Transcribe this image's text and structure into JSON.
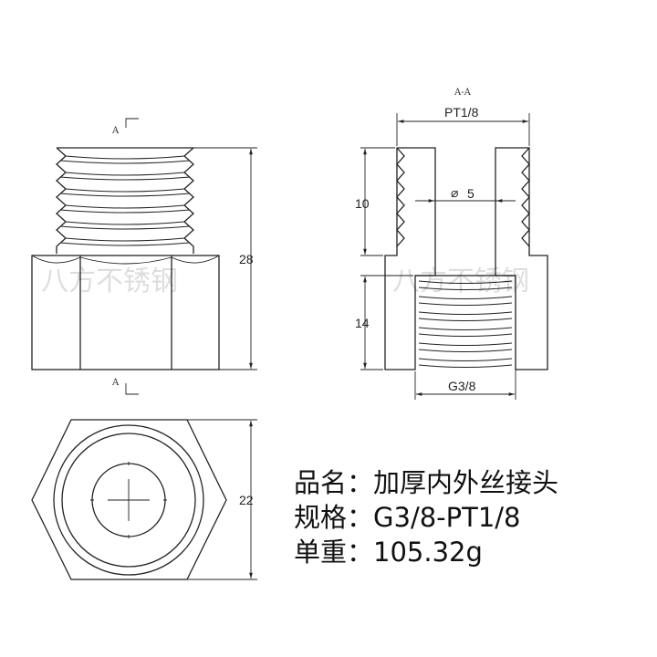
{
  "drawing": {
    "section_label": "A-A",
    "section_marker": "A",
    "dims": {
      "top_thread": "PT1/8",
      "bore": "5",
      "bore_symbol": "⌀",
      "upper_len": "10",
      "lower_len": "14",
      "inner_thread": "G3/8",
      "total_len": "28",
      "hex_size": "22"
    },
    "watermark": "八方不锈钢"
  },
  "info": {
    "name_label": "品名：",
    "name_value": "加厚内外丝接头",
    "spec_label": "规格：",
    "spec_value": "G3/8-PT1/8",
    "weight_label": "单重：",
    "weight_value": "105.32g"
  }
}
